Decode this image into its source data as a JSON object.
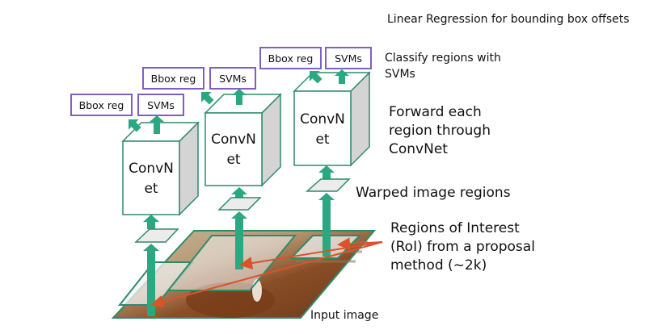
{
  "annotations": {
    "linear_regression": "Linear Regression for bounding box offsets",
    "classify_line1": "Classify regions with",
    "classify_line2": "SVMs",
    "forward_line1": "Forward each",
    "forward_line2": "region through",
    "forward_line3": "ConvNet",
    "warped": "Warped image regions",
    "roi_line1": "Regions of Interest",
    "roi_line2": "(RoI) from a proposal",
    "roi_line3": "method (~2k)",
    "input_image": "Input image"
  },
  "pipelines": [
    {
      "bbox_label": "Bbox reg",
      "svm_label": "SVMs",
      "net_line1": "ConvN",
      "net_line2": "et"
    },
    {
      "bbox_label": "Bbox reg",
      "svm_label": "SVMs",
      "net_line1": "ConvN",
      "net_line2": "et"
    },
    {
      "bbox_label": "Bbox reg",
      "svm_label": "SVMs",
      "net_line1": "ConvN",
      "net_line2": "et"
    }
  ],
  "colors": {
    "arrow_green": "#2aa882",
    "outline_green": "#2e8b6a",
    "box_purple": "#7f5fc7",
    "pointer_red": "#d9532b",
    "cube_side": "#d4d4d4",
    "region_fill": "#ececec"
  }
}
